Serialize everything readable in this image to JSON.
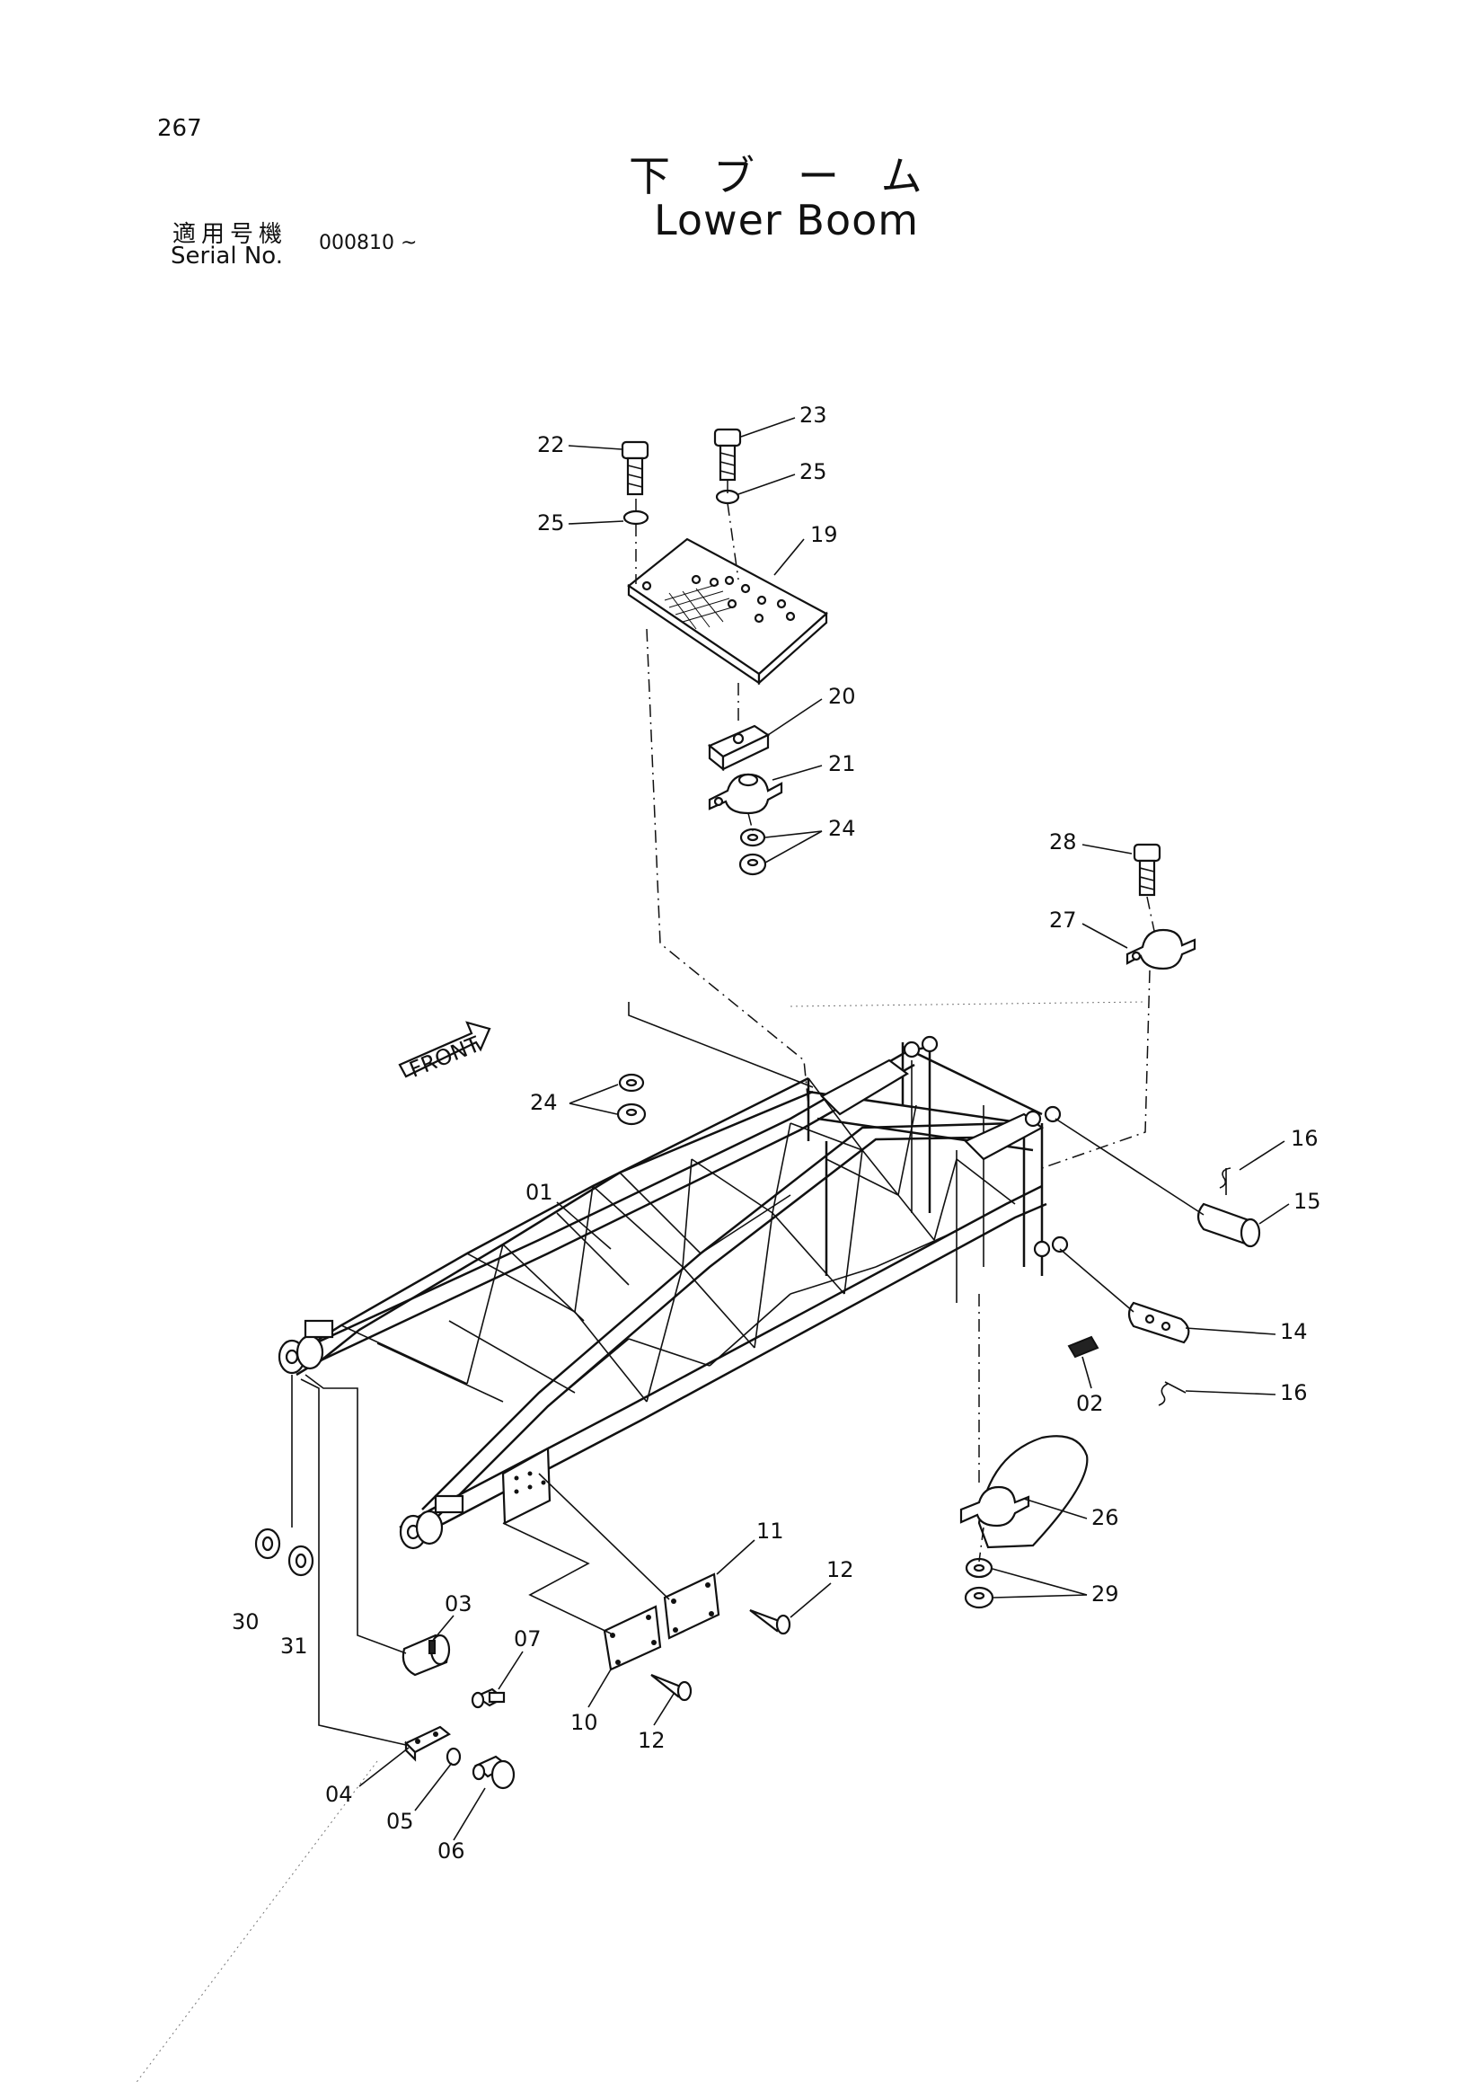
{
  "page": {
    "number": "267",
    "title_jp": "下ブーム",
    "title_en": "Lower Boom",
    "serial_label_jp": "適用号機",
    "serial_label_en": "Serial No.",
    "serial_value": "000810 ~",
    "front_label": "FRONT"
  },
  "callouts": [
    {
      "id": "c01",
      "text": "01"
    },
    {
      "id": "c02",
      "text": "02"
    },
    {
      "id": "c03",
      "text": "03"
    },
    {
      "id": "c04",
      "text": "04"
    },
    {
      "id": "c05",
      "text": "05"
    },
    {
      "id": "c06",
      "text": "06"
    },
    {
      "id": "c07",
      "text": "07"
    },
    {
      "id": "c10",
      "text": "10"
    },
    {
      "id": "c11",
      "text": "11"
    },
    {
      "id": "c12a",
      "text": "12"
    },
    {
      "id": "c12b",
      "text": "12"
    },
    {
      "id": "c14",
      "text": "14"
    },
    {
      "id": "c15",
      "text": "15"
    },
    {
      "id": "c16a",
      "text": "16"
    },
    {
      "id": "c16b",
      "text": "16"
    },
    {
      "id": "c19",
      "text": "19"
    },
    {
      "id": "c20",
      "text": "20"
    },
    {
      "id": "c21",
      "text": "21"
    },
    {
      "id": "c22",
      "text": "22"
    },
    {
      "id": "c23",
      "text": "23"
    },
    {
      "id": "c24a",
      "text": "24"
    },
    {
      "id": "c24b",
      "text": "24"
    },
    {
      "id": "c25a",
      "text": "25"
    },
    {
      "id": "c25b",
      "text": "25"
    },
    {
      "id": "c26",
      "text": "26"
    },
    {
      "id": "c27",
      "text": "27"
    },
    {
      "id": "c28",
      "text": "28"
    },
    {
      "id": "c29",
      "text": "29"
    },
    {
      "id": "c30",
      "text": "30"
    },
    {
      "id": "c31",
      "text": "31"
    }
  ]
}
